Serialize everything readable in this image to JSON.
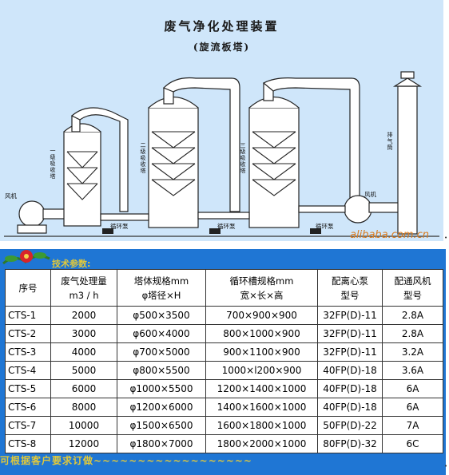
{
  "diagram": {
    "title": "废气净化处理装置",
    "subtitle": "(旋流板塔)",
    "tower_labels": [
      "一级吸收塔",
      "二级吸收塔",
      "三级吸收塔"
    ],
    "exhaust_label": "排气筒",
    "fan_left": "风机",
    "fan_right": "风机",
    "pump_labels": [
      "循环泵",
      "循环泵",
      "循环泵"
    ],
    "watermark": "alibaba.com.cn"
  },
  "spec": {
    "heading": "技术参数:",
    "headers": [
      [
        "序号"
      ],
      [
        "废气处理量",
        "m3 / h"
      ],
      [
        "塔体规格mm",
        "φ塔径×H"
      ],
      [
        "循环槽规格mm",
        "宽×长×高"
      ],
      [
        "配离心泵",
        "型号"
      ],
      [
        "配通风机",
        "型号"
      ]
    ],
    "rows": [
      [
        "CTS-1",
        "2000",
        "φ500×3500",
        "700×900×900",
        "32FP(D)-11",
        "2.8A"
      ],
      [
        "CTS-2",
        "3000",
        "φ600×4000",
        "800×1000×900",
        "32FP(D)-11",
        "2.8A"
      ],
      [
        "CTS-3",
        "4000",
        "φ700×5000",
        "900×1100×900",
        "32FP(D)-11",
        "3.2A"
      ],
      [
        "CTS-4",
        "5000",
        "φ800×5500",
        "1000×l200×900",
        "40FP(D)-18",
        "3.6A"
      ],
      [
        "CTS-5",
        "6000",
        "φ1000×5500",
        "1200×1400×1000",
        "40FP(D)-18",
        "6A"
      ],
      [
        "CTS-6",
        "8000",
        "φ1200×6000",
        "1400×1600×1000",
        "40FP(D)-18",
        "6A"
      ],
      [
        "CTS-7",
        "10000",
        "φ1500×6500",
        "1600×1800×1000",
        "50FP(D)-22",
        "7A"
      ],
      [
        "CTS-8",
        "12000",
        "φ1800×7000",
        "1800×2000×1000",
        "80FP(D)-32",
        "6C"
      ]
    ],
    "footer": "可根据客户要求订做~~~~~~~~~~~~~~~~~~"
  },
  "colors": {
    "panel": "#1f76d4",
    "heading": "#e2c93a",
    "diagram_bg": "#cfe6fa",
    "watermark": "#d97b1f"
  }
}
